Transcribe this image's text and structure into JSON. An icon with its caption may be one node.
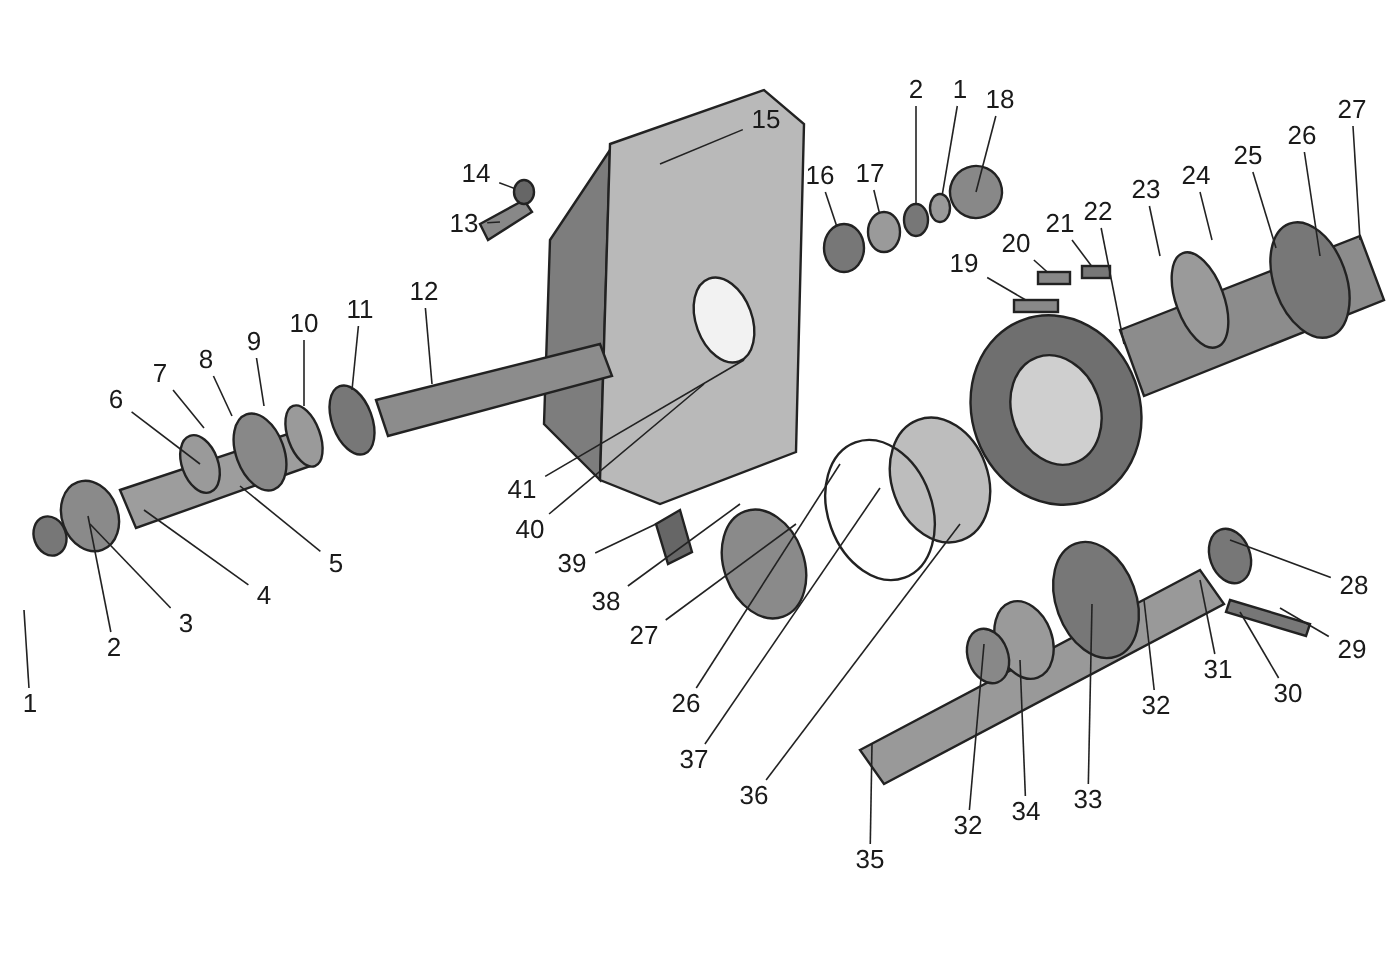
{
  "diagram": {
    "nodes": [
      {
        "text": [
          "1"
        ]
      },
      {
        "text": [
          "2"
        ]
      },
      {
        "text": [
          "3"
        ]
      },
      {
        "text": [
          "4"
        ]
      },
      {
        "text": [
          "5"
        ]
      },
      {
        "text": [
          "6"
        ]
      },
      {
        "text": [
          "7"
        ]
      },
      {
        "text": [
          "8"
        ]
      },
      {
        "text": [
          "9"
        ]
      },
      {
        "text": [
          "10"
        ]
      },
      {
        "text": [
          "11"
        ]
      },
      {
        "text": [
          "12"
        ]
      },
      {
        "text": [
          "13"
        ]
      },
      {
        "text": [
          "14"
        ]
      },
      {
        "text": [
          "15"
        ]
      },
      {
        "text": [
          "16"
        ]
      },
      {
        "text": [
          "17"
        ]
      },
      {
        "text": [
          "2"
        ]
      },
      {
        "text": [
          "1"
        ]
      },
      {
        "text": [
          "18"
        ]
      },
      {
        "text": [
          "21"
        ]
      },
      {
        "text": [
          "20"
        ]
      },
      {
        "text": [
          "19"
        ]
      },
      {
        "text": [
          "22"
        ]
      },
      {
        "text": [
          "23"
        ]
      },
      {
        "text": [
          "24"
        ]
      },
      {
        "text": [
          "25"
        ]
      },
      {
        "text": [
          "26"
        ]
      },
      {
        "text": [
          "27"
        ]
      },
      {
        "text": [
          "41"
        ]
      },
      {
        "text": [
          "40"
        ]
      },
      {
        "text": [
          "39"
        ]
      },
      {
        "text": [
          "38"
        ]
      },
      {
        "text": [
          "27"
        ]
      },
      {
        "text": [
          "26"
        ]
      },
      {
        "text": [
          "37"
        ]
      },
      {
        "text": [
          "36"
        ]
      },
      {
        "text": [
          "35"
        ]
      },
      {
        "text": [
          "32"
        ]
      },
      {
        "text": [
          "34"
        ]
      },
      {
        "text": [
          "33"
        ]
      },
      {
        "text": [
          "32"
        ]
      },
      {
        "text": [
          "31"
        ]
      },
      {
        "text": [
          "30"
        ]
      },
      {
        "text": [
          "28"
        ]
      },
      {
        "text": [
          "29"
        ]
      },
      {
        "text": [],
        "shape": "circle"
      },
      {
        "text": [],
        "shape": "circle"
      },
      {
        "text": [],
        "shape": "circle"
      },
      {
        "text": [],
        "shape": "circle"
      },
      {
        "text": [],
        "shape": "circle"
      },
      {
        "text": [],
        "shape": "bar"
      },
      {
        "text": [],
        "shape": "bar"
      },
      {
        "text": [],
        "shape": "bar"
      }
    ],
    "edges": [
      {
        "from": 0,
        "to": null,
        "arrow": "none"
      },
      {
        "from": 1,
        "to": null,
        "arrow": "none"
      },
      {
        "from": 2,
        "to": null,
        "arrow": "none"
      },
      {
        "from": 3,
        "to": null,
        "arrow": "none"
      },
      {
        "from": 4,
        "to": null,
        "arrow": "none"
      },
      {
        "from": 5,
        "to": null,
        "arrow": "none"
      },
      {
        "from": 6,
        "to": null,
        "arrow": "none"
      },
      {
        "from": 7,
        "to": null,
        "arrow": "none"
      },
      {
        "from": 8,
        "to": null,
        "arrow": "none"
      },
      {
        "from": 9,
        "to": null,
        "arrow": "none"
      },
      {
        "from": 10,
        "to": null,
        "arrow": "none"
      },
      {
        "from": 11,
        "to": null,
        "arrow": "none"
      },
      {
        "from": 12,
        "to": null,
        "arrow": "none"
      },
      {
        "from": 13,
        "to": 46,
        "arrow": "none"
      },
      {
        "from": 14,
        "to": null,
        "arrow": "none"
      },
      {
        "from": 15,
        "to": 47,
        "arrow": "none"
      },
      {
        "from": 16,
        "to": 48,
        "arrow": "none"
      },
      {
        "from": 17,
        "to": 49,
        "arrow": "none"
      },
      {
        "from": 18,
        "to": 50,
        "arrow": "none"
      },
      {
        "from": 19,
        "to": null,
        "arrow": "none"
      },
      {
        "from": 20,
        "to": 51,
        "arrow": "none"
      },
      {
        "from": 21,
        "to": 52,
        "arrow": "none"
      },
      {
        "from": 22,
        "to": 53,
        "arrow": "none"
      },
      {
        "from": 23,
        "to": null,
        "arrow": "none"
      },
      {
        "from": 24,
        "to": null,
        "arrow": "none"
      },
      {
        "from": 25,
        "to": null,
        "arrow": "none"
      },
      {
        "from": 26,
        "to": null,
        "arrow": "none"
      },
      {
        "from": 27,
        "to": null,
        "arrow": "none"
      },
      {
        "from": 28,
        "to": null,
        "arrow": "none"
      },
      {
        "from": 29,
        "to": null,
        "arrow": "none"
      },
      {
        "from": 30,
        "to": null,
        "arrow": "none"
      },
      {
        "from": 31,
        "to": null,
        "arrow": "none"
      },
      {
        "from": 32,
        "to": null,
        "arrow": "none"
      },
      {
        "from": 33,
        "to": null,
        "arrow": "none"
      },
      {
        "from": 34,
        "to": null,
        "arrow": "none"
      },
      {
        "from": 35,
        "to": null,
        "arrow": "none"
      },
      {
        "from": 36,
        "to": null,
        "arrow": "none"
      },
      {
        "from": 37,
        "to": null,
        "arrow": "none"
      },
      {
        "from": 38,
        "to": null,
        "arrow": "none"
      },
      {
        "from": 39,
        "to": null,
        "arrow": "none"
      },
      {
        "from": 40,
        "to": null,
        "arrow": "none"
      },
      {
        "from": 41,
        "to": null,
        "arrow": "none"
      },
      {
        "from": 42,
        "to": null,
        "arrow": "none"
      },
      {
        "from": 43,
        "to": null,
        "arrow": "none"
      },
      {
        "from": 44,
        "to": null,
        "arrow": "none"
      },
      {
        "from": 45,
        "to": null,
        "arrow": "none"
      }
    ]
  }
}
